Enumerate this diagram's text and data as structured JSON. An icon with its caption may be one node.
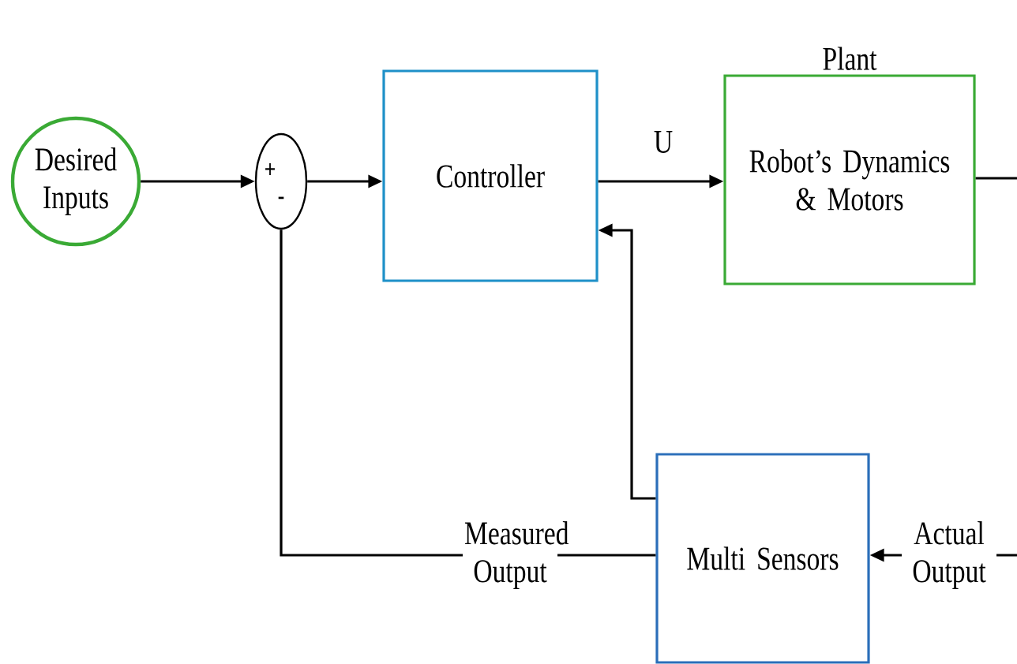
{
  "diagram": {
    "nodes": [
      {
        "text": [
          "Desired Inputs"
        ]
      },
      {
        "text": [
          "+",
          "-"
        ]
      },
      {
        "text": [
          "Controller"
        ]
      },
      {
        "text": [
          "Plant",
          "Robot’s Dynamics & Motors"
        ]
      },
      {
        "text": [
          "Multi Sensors"
        ]
      }
    ],
    "edges": [
      {
        "from": 0,
        "to": 1,
        "arrow": "to"
      },
      {
        "from": 1,
        "to": 2,
        "arrow": "to"
      },
      {
        "from": 2,
        "to": 3,
        "arrow": "to",
        "label": "U"
      },
      {
        "from": 3,
        "to": null,
        "arrow": "none"
      },
      {
        "from": null,
        "to": 4,
        "arrow": "to",
        "label": "Actual Output"
      },
      {
        "from": 4,
        "to": 2,
        "arrow": "to"
      },
      {
        "from": 4,
        "to": 1,
        "arrow": "none",
        "label": "Measured Output"
      }
    ]
  }
}
